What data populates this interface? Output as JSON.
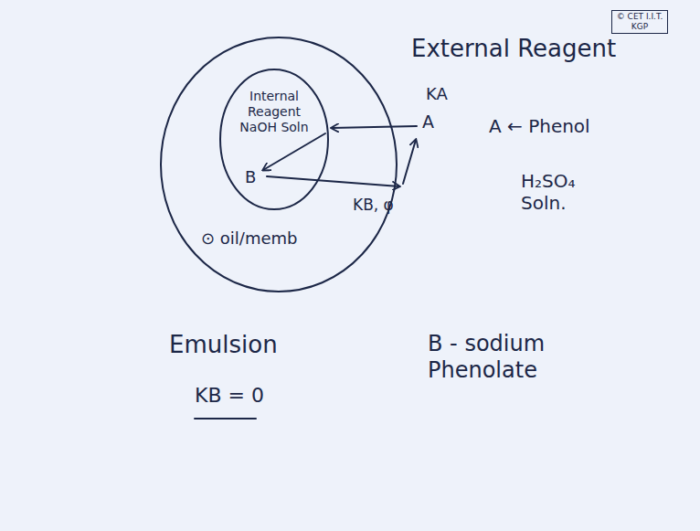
{
  "diagram": {
    "nodes": [
      {
        "text": [
          "⊙ oil/memb"
        ]
      },
      {
        "text": [
          "Internal Reagent NaOH Soln",
          "B"
        ],
        "in": 0
      }
    ],
    "labels": [
      "External Reagent",
      "KA",
      "A",
      "A ← Phenol",
      "H₂SO₄ Soln.",
      "KB, φ",
      "Emulsion",
      "B - sodium Phenolate",
      "KB = 0",
      "© CET I.I.T. KGP"
    ]
  }
}
